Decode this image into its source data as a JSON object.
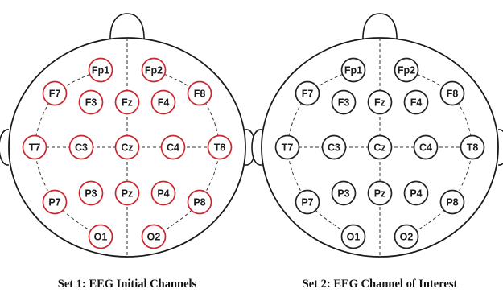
{
  "panels": [
    {
      "caption": "Set 1:  EEG Initial Channels",
      "electrode_ring_color": "#c8282d",
      "electrodes": [
        "Fp1",
        "Fp2",
        "F7",
        "F3",
        "Fz",
        "F4",
        "F8",
        "T7",
        "C3",
        "Cz",
        "C4",
        "T8",
        "P7",
        "P3",
        "Pz",
        "P4",
        "P8",
        "O1",
        "O2"
      ]
    },
    {
      "caption": "Set 2: EEG Channel of Interest",
      "electrode_ring_color": "#222222",
      "electrodes": [
        "Fp1",
        "Fp2",
        "F7",
        "F3",
        "Fz",
        "F4",
        "F8",
        "T7",
        "C3",
        "Cz",
        "C4",
        "T8",
        "P7",
        "P3",
        "Pz",
        "P4",
        "P8",
        "O1",
        "O2"
      ]
    }
  ],
  "colors": {
    "head_outline": "#1a1a1a",
    "guide_lines": "#333333"
  }
}
